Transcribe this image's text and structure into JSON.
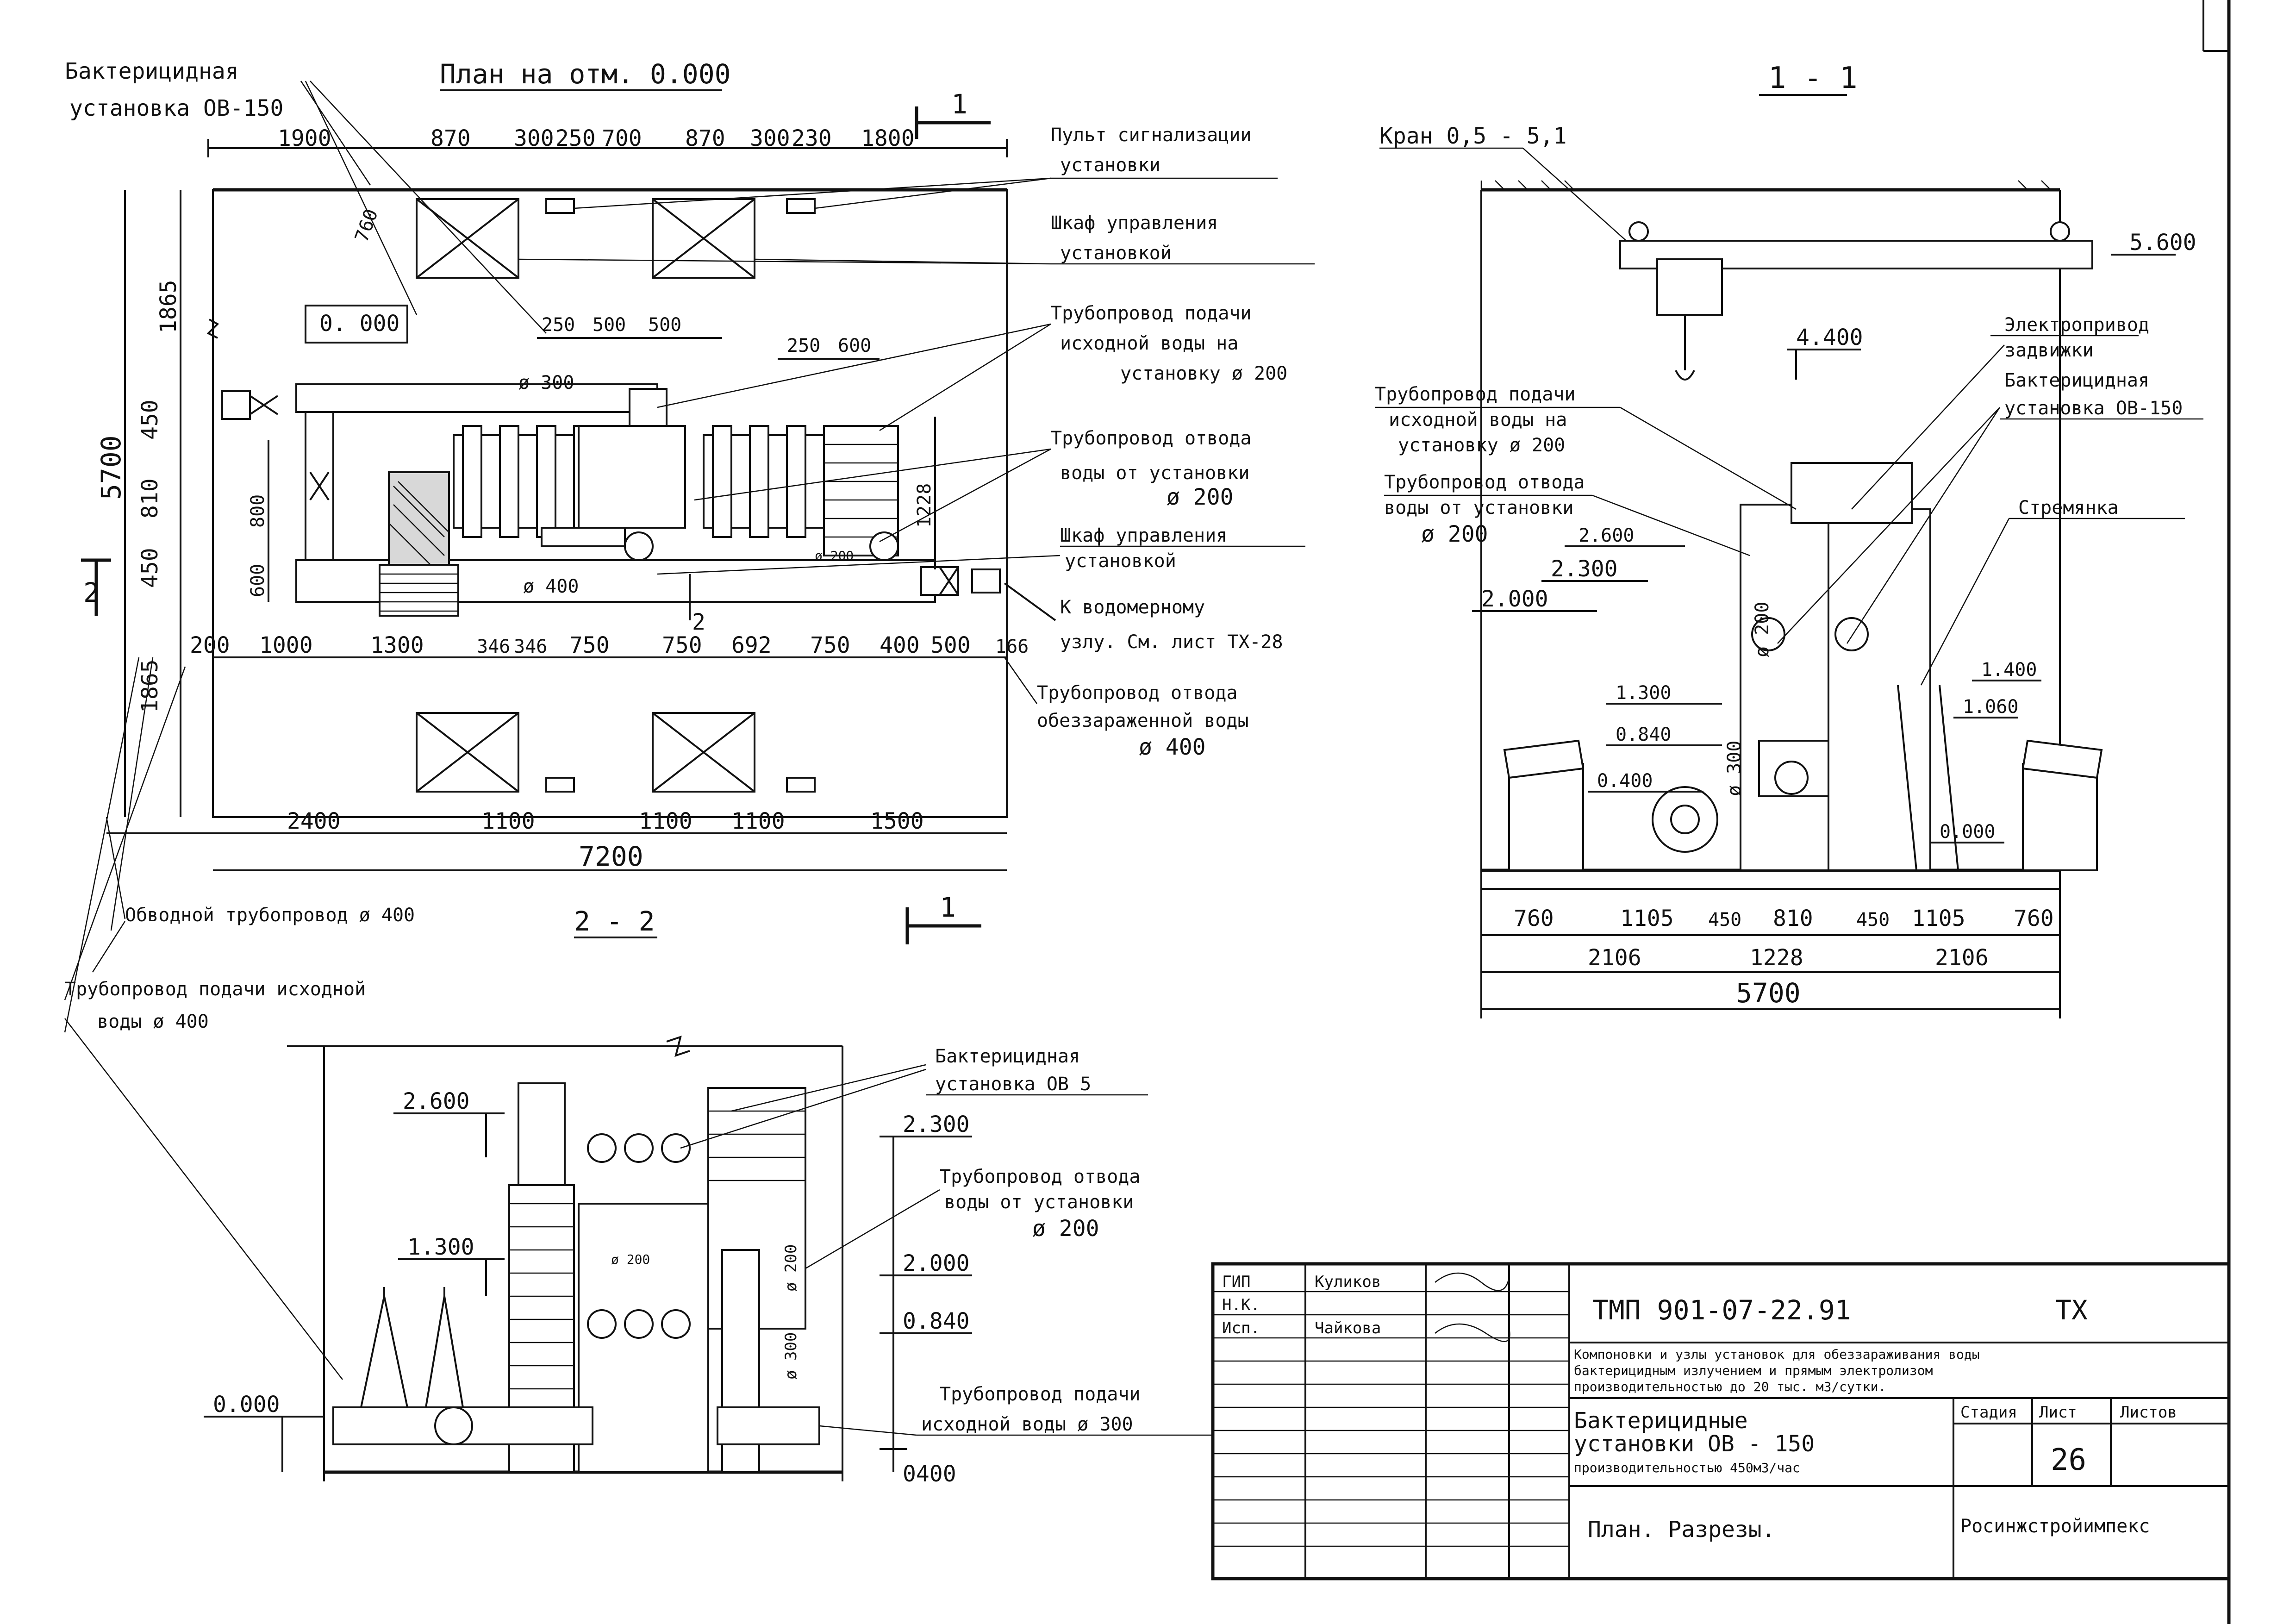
{
  "plan": {
    "title": "План на отм. 0.000",
    "level": "0. 000",
    "label_unit_top": "Бактерицидная",
    "label_unit_bottom": "установка ОВ-150",
    "dims_top": [
      "1900",
      "870",
      "300",
      "250",
      "700",
      "870",
      "300",
      "230",
      "1800"
    ],
    "dims_bottom": [
      "1000",
      "1300",
      "346",
      "346",
      "750",
      "750",
      "692",
      "750",
      "400",
      "500",
      "166"
    ],
    "dims_overall": [
      "2400",
      "1100",
      "1100",
      "1100",
      "1500"
    ],
    "overall_length": "7200",
    "dims_left": [
      "1865",
      "450",
      "810",
      "450",
      "1865"
    ],
    "overall_width": "5700",
    "dims_mid": [
      "250",
      "500",
      "500",
      "250",
      "600"
    ],
    "vert_dims": [
      "800",
      "600",
      "1228"
    ],
    "edge_dim": "200",
    "pipe_300": "ø 300",
    "pipe_400": "ø 400",
    "pipe_200": "ø 200",
    "section_mark_1": "1",
    "section_mark_2": "2",
    "callouts": {
      "signal_1": "Пульт сигнализации",
      "signal_2": "установки",
      "cabinet_1": "Шкаф управления",
      "cabinet_2": "установкой",
      "supply_1": "Трубопровод подачи",
      "supply_2": "исходной воды на",
      "supply_3": "установку ø 200",
      "outlet_1": "Трубопровод отвода",
      "outlet_2": "воды от установки",
      "outlet_3": "ø 200",
      "cabinet2_1": "Шкаф управления",
      "cabinet2_2": "установкой",
      "meter_1": "К водомерному",
      "meter_2": "узлу. См. лист ТХ-28",
      "disinf_1": "Трубопровод отвода",
      "disinf_2": "обеззараженной воды",
      "disinf_3": "ø 400",
      "bypass": "Обводной трубопровод ø 400",
      "feed400_1": "Трубопровод подачи исходной",
      "feed400_2": "воды ø 400"
    }
  },
  "section11": {
    "title": "1 - 1",
    "crane": "Кран 0,5 - 5,1",
    "levels": [
      "5.600",
      "4.400",
      "2.600",
      "2.300",
      "2.000",
      "1.300",
      "0.840",
      "0.400",
      "1.400",
      "1.060",
      "0.000"
    ],
    "callouts": {
      "drive_1": "Электропривод",
      "drive_2": "задвижки",
      "unit_1": "Бактерицидная",
      "unit_2": "установка ОВ-150",
      "ladder": "Стремянка",
      "supply_1": "Трубопровод подачи",
      "supply_2": "исходной воды на",
      "supply_3": "установку ø 200",
      "outlet_1": "Трубопровод отвода",
      "outlet_2": "воды от установки",
      "outlet_3": "ø 200"
    },
    "pipe_200": "ø 200",
    "pipe_300": "ø 300",
    "dims": [
      "760",
      "1105",
      "450",
      "810",
      "450",
      "1105",
      "760"
    ],
    "dims2": [
      "2106",
      "1228",
      "2106"
    ],
    "overall": "5700"
  },
  "section22": {
    "title": "2 - 2",
    "levels": [
      "2.600",
      "1.300",
      "0.000",
      "2.300",
      "2.000",
      "0.840",
      "0400"
    ],
    "callouts": {
      "unit_1": "Бактерицидная",
      "unit_2": "установка ОВ   5",
      "outlet_1": "Трубопровод отвода",
      "outlet_2": "воды от установки",
      "outlet_3": "ø 200",
      "supply_1": "Трубопровод подачи",
      "supply_2": "исходной воды ø 300"
    },
    "pipe_200": "ø 200",
    "pipe_300": "ø 300",
    "pipe_label": "ø 200"
  },
  "title_block": {
    "roles": [
      "ГИП",
      "Н.К.",
      "Исп."
    ],
    "names": [
      "Куликов",
      "",
      "Чайкова"
    ],
    "code": "ТМП  901-07-22.91",
    "mark": "ТХ",
    "desc_1": "Компоновки и узлы установок для обеззараживания воды",
    "desc_2": "бактерицидным излучением и прямым электролизом",
    "desc_3": "производительностью до 20 тыс. м3/сутки.",
    "name_1": "Бактерицидные",
    "name_2": "установки  ОВ - 150",
    "name_3": "производительностью 450м3/час",
    "col_stage": "Стадия",
    "col_sheet": "Лист",
    "col_sheets": "Листов",
    "sheet_no": "26",
    "drawing": "План. Разрезы.",
    "org": "Росинжстройимпекс"
  }
}
